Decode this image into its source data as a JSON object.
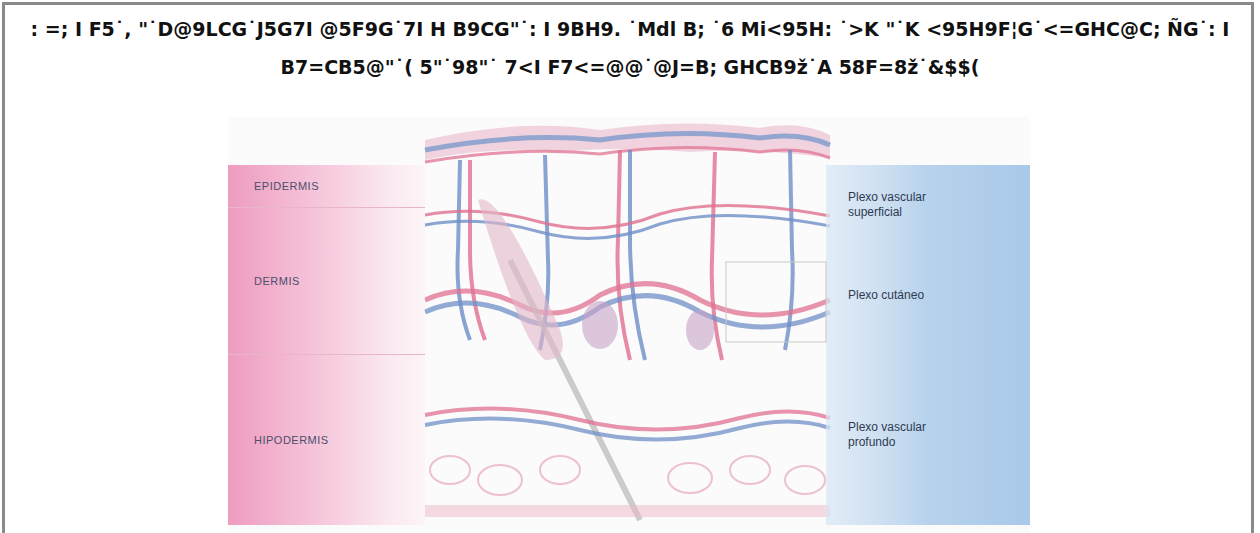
{
  "diagram": {
    "title": ": =; I F5˙, \"˙D@9LCG˙J5G7I @5F9G˙7I H B9CG\"˙: I 9BH9. ˙Mdl B; ˙6 Mi<95H: ˙>K \"˙K <95H9F¦G˙<=GHC@C; ÑG˙: I B7=CB5@\"˙( 5\"˙98\"˙ 7<I F7<=@@˙@J=B; GHCB9ž˙A 58F=8ž˙&$$(",
    "nodes": [
      {
        "text": [
          "EPIDERMIS"
        ]
      },
      {
        "text": [
          "DERMIS"
        ]
      },
      {
        "text": [
          "HIPODERMIS"
        ]
      },
      {
        "text": [
          "Plexo vascular superficial"
        ]
      },
      {
        "text": [
          "Plexo cutáneo"
        ]
      },
      {
        "text": [
          "Plexo vascular profundo"
        ]
      }
    ]
  }
}
